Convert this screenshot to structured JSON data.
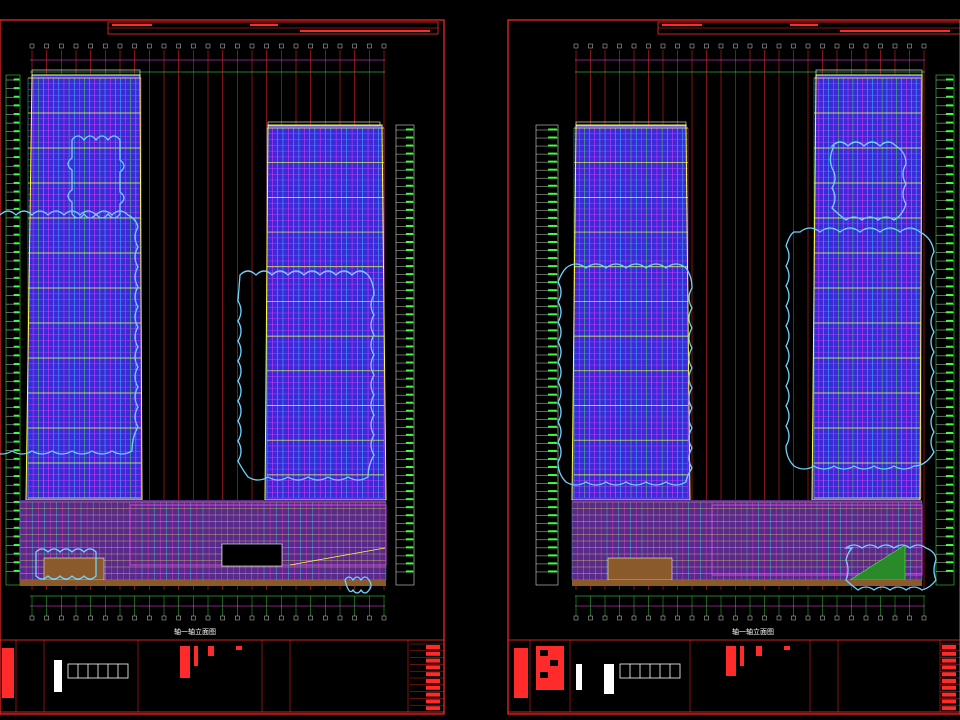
{
  "drawing": {
    "sheets": [
      {
        "id": "left",
        "caption": "轴一轴立面图"
      },
      {
        "id": "right",
        "caption": "轴一轴立面图"
      }
    ]
  },
  "colors": {
    "background": "#000000",
    "frame": "#ff2a2a",
    "facade_fill": "#3a2ad8",
    "grid_cyan": "#2ee8ff",
    "grid_magenta": "#ff40ff",
    "grid_green": "#40ff40",
    "grid_yellow": "#ffff40",
    "cloud": "#6fd3ff",
    "white": "#ffffff",
    "brown": "#8a5a2a"
  }
}
